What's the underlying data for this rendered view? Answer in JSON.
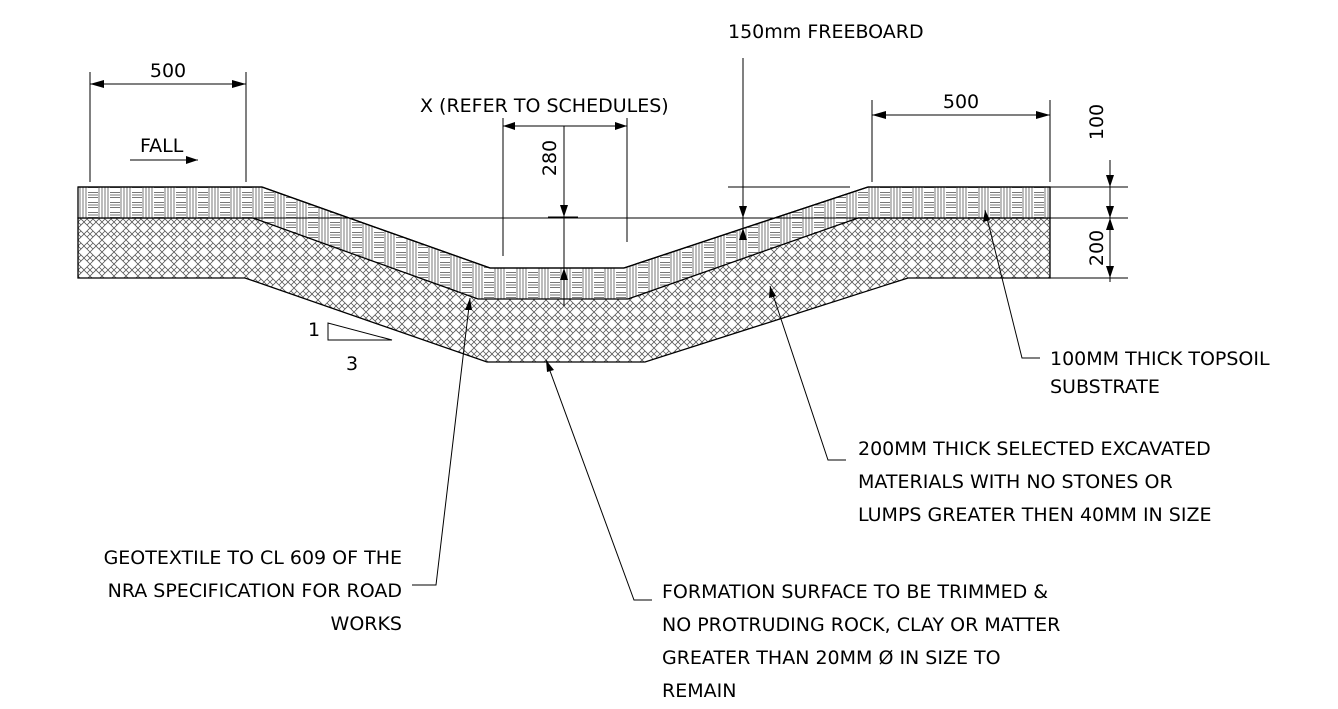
{
  "dimensions": {
    "left_width": "500",
    "right_width": "500",
    "top_layer": "100",
    "sub_layer": "200",
    "centre_depth": "280",
    "channel_width": "X (REFER TO SCHEDULES)",
    "freeboard": "150mm FREEBOARD"
  },
  "labels": {
    "fall": "FALL",
    "slope_rise": "1",
    "slope_run": "3"
  },
  "callouts": {
    "topsoil": [
      "100MM THICK TOPSOIL",
      "SUBSTRATE"
    ],
    "selected": [
      "200MM THICK SELECTED EXCAVATED",
      "MATERIALS WITH NO STONES OR",
      "LUMPS GREATER THEN 40MM IN SIZE"
    ],
    "geotextile": [
      "GEOTEXTILE TO CL 609 OF THE",
      "NRA SPECIFICATION FOR ROAD",
      "WORKS"
    ],
    "formation": [
      "FORMATION SURFACE TO BE TRIMMED &",
      "NO PROTRUDING ROCK, CLAY OR MATTER",
      "GREATER THAN 20MM Ø IN SIZE TO",
      "REMAIN"
    ]
  },
  "colors": {
    "line": "#000000",
    "hatch": "#555555",
    "background": "#ffffff"
  }
}
